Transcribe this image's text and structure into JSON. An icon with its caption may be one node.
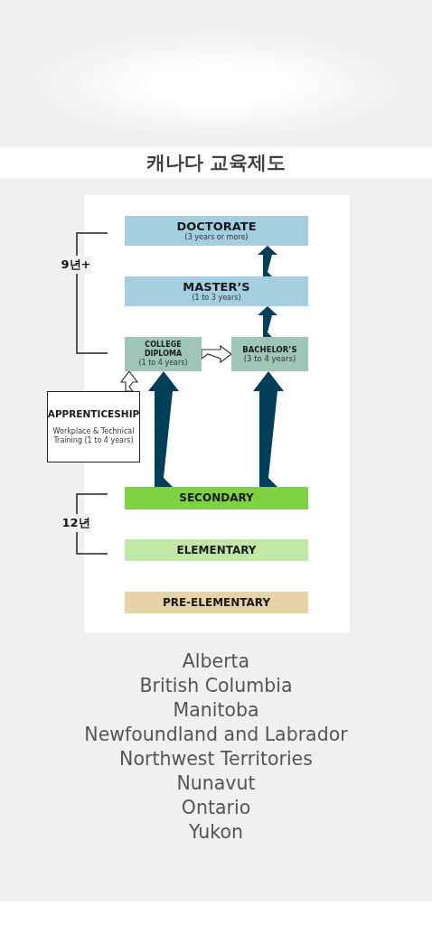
{
  "diagram": {
    "title": "캐나다 교육제도",
    "nodes": [
      {
        "text": [
          "DOCTORATE",
          "(3 years or more)"
        ]
      },
      {
        "text": [
          "MASTER’S",
          "(1 to 3 years)"
        ]
      },
      {
        "text": [
          "COLLEGE DIPLOMA",
          "(1 to 4 years)"
        ]
      },
      {
        "text": [
          "BACHELOR’S",
          "(3 to 4 years)"
        ]
      },
      {
        "text": [
          "APPRENTICESHIP",
          "Workplace & Technical Training (1 to 4 years)"
        ]
      },
      {
        "text": [
          "SECONDARY"
        ]
      },
      {
        "text": [
          "ELEMENTARY"
        ]
      },
      {
        "text": [
          "PRE-ELEMENTARY"
        ]
      }
    ],
    "edges": [
      {
        "from": 1,
        "to": 0,
        "arrow": "to"
      },
      {
        "from": 3,
        "to": 1,
        "arrow": "to"
      },
      {
        "from": 2,
        "to": 3,
        "arrow": "to",
        "color": "#ffffff"
      },
      {
        "from": 4,
        "to": 2,
        "arrow": "to",
        "color": "#ffffff"
      },
      {
        "from": 5,
        "to": 2,
        "arrow": "to"
      },
      {
        "from": 5,
        "to": 3,
        "arrow": "to"
      }
    ],
    "labels": [
      "9년+",
      "12년",
      "Alberta",
      "British Columbia",
      "Manitoba",
      "Newfoundland and Labrador",
      "Northwest Territories",
      "Nunavut",
      "Ontario",
      "Yukon"
    ]
  }
}
